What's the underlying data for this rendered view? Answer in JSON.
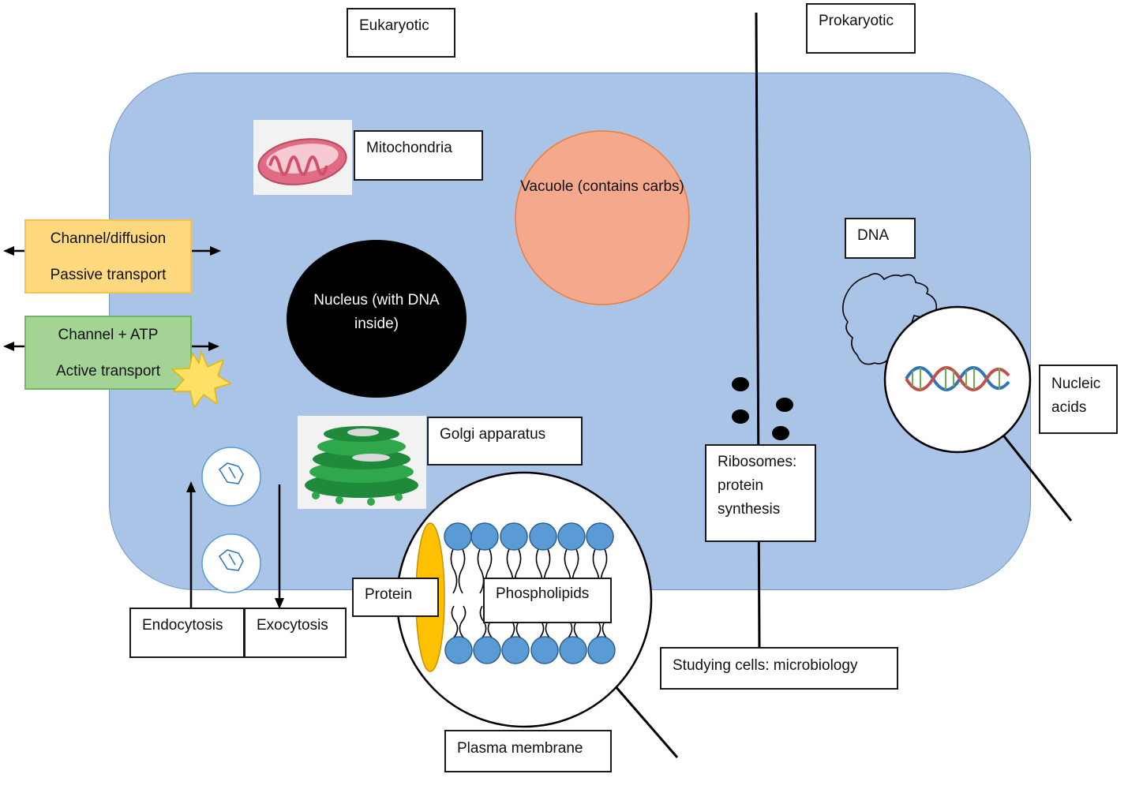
{
  "labels": {
    "eukaryotic": "Eukaryotic",
    "prokaryotic": "Prokaryotic",
    "mitochondria": "Mitochondria",
    "vacuole": "Vacuole (contains carbs)",
    "dna": "DNA",
    "nucleus": "Nucleus (with DNA inside)",
    "nucleic_acids": "Nucleic acids",
    "golgi": "Golgi apparatus",
    "ribosomes": "Ribosomes: protein synthesis",
    "endocytosis": "Endocytosis",
    "exocytosis": "Exocytosis",
    "protein": "Protein",
    "phospholipids": "Phospholipids",
    "studying": "Studying cells: microbiology",
    "plasma_membrane": "Plasma membrane"
  },
  "transport": {
    "passive_top": "Channel/diffusion",
    "passive_bottom": "Passive transport",
    "active_top": "Channel + ATP",
    "active_bottom": "Active transport"
  },
  "colors": {
    "cell_fill": "#a9c4e6",
    "vacuole_fill": "#f4a98c",
    "nucleus_fill": "#000000",
    "passive_fill": "#ffd97f",
    "active_fill": "#a4d495",
    "phospholipid_head": "#5b9bd5",
    "protein_fill": "#ffc000",
    "mitochondria_fill": "#e06b84",
    "golgi_fill": "#1e8a3a"
  }
}
